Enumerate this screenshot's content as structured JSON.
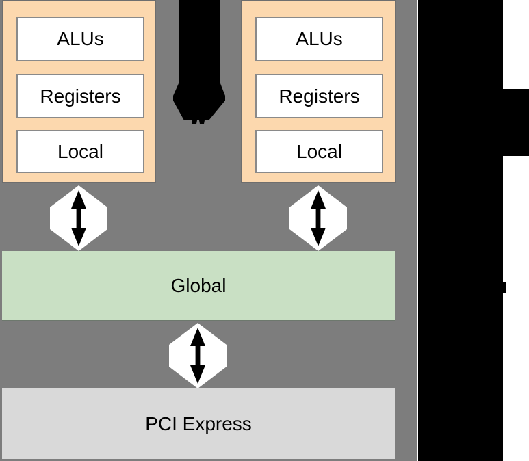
{
  "colors": {
    "bg-gray": "#7d7d7d",
    "unit-orange": "#fcd8ae",
    "global-green": "#c9e0c4",
    "pci-gray": "#d9d9d9",
    "panel-border": "#6e6e6e",
    "box-border": "#8a8a8a",
    "ink": "#000000"
  },
  "units": [
    {
      "blocks": [
        "ALUs",
        "Registers",
        "Local"
      ]
    },
    {
      "blocks": [
        "ALUs",
        "Registers",
        "Local"
      ]
    }
  ],
  "memory": {
    "global_label": "Global",
    "pci_label": "PCI Express"
  }
}
